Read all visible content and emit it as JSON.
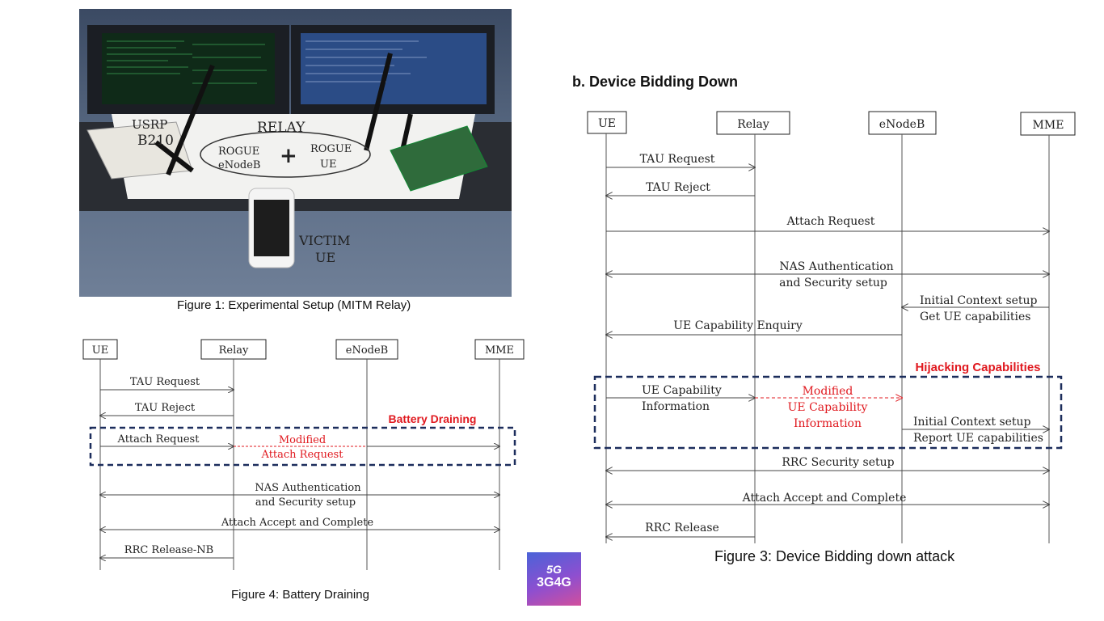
{
  "photo": {
    "labels": {
      "usrp": "USRP",
      "b210": "B210",
      "relay": "RELAY",
      "rogue1": "ROGUE",
      "enodeb": "eNodeB",
      "plus": "+",
      "rogue2": "ROGUE",
      "ue": "UE",
      "victim": "VICTIM",
      "victim_ue": "UE"
    }
  },
  "captions": {
    "fig1": "Figure 1: Experimental Setup (MITM Relay)",
    "fig4": "Figure 4: Battery Draining",
    "fig3": "Figure 3: Device Bidding down attack"
  },
  "section_title": "b. Device Bidding Down",
  "fig4": {
    "entities": [
      "UE",
      "Relay",
      "eNodeB",
      "MME"
    ],
    "highlight": "Battery Draining",
    "messages": {
      "tau_request": "TAU Request",
      "tau_reject": "TAU Reject",
      "attach_request": "Attach Request",
      "modified": "Modified",
      "modified_attach": "Attach Request",
      "nas_1": "NAS Authentication",
      "nas_2": "and Security setup",
      "attach_accept": "Attach Accept and Complete",
      "rrc_release": "RRC Release-NB"
    }
  },
  "fig3": {
    "entities": [
      "UE",
      "Relay",
      "eNodeB",
      "MME"
    ],
    "highlight": "Hijacking Capabilities",
    "messages": {
      "tau_request": "TAU Request",
      "tau_reject": "TAU Reject",
      "attach_request": "Attach Request",
      "nas_1": "NAS Authentication",
      "nas_2": "and Security setup",
      "ics_get_1": "Initial Context setup",
      "ics_get_2": "Get UE capabilities",
      "enquiry": "UE Capability Enquiry",
      "cap_info_1": "UE Capability",
      "cap_info_2": "Information",
      "mod_1": "Modified",
      "mod_2": "UE Capability",
      "mod_3": "Information",
      "ics_rep_1": "Initial Context setup",
      "ics_rep_2": "Report UE capabilities",
      "rrc_security": "RRC Security setup",
      "attach_accept": "Attach Accept and Complete",
      "rrc_release": "RRC Release"
    }
  },
  "logo": {
    "line1": "5G",
    "line2": "3G4G"
  }
}
